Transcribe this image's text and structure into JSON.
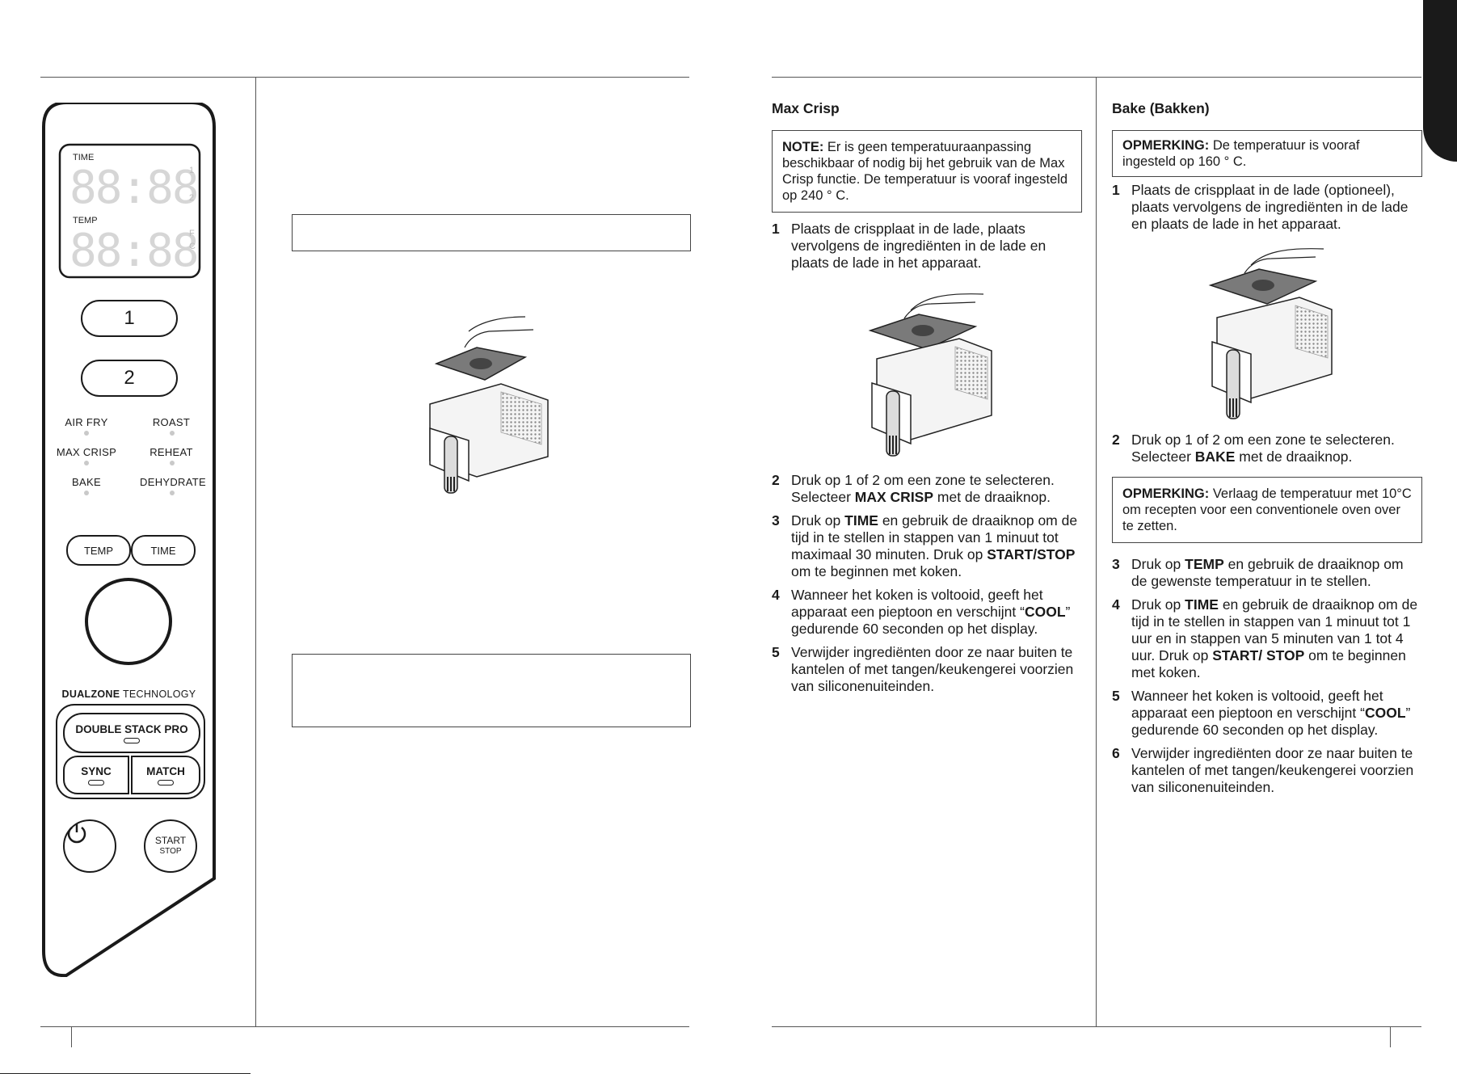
{
  "panel": {
    "time_label": "TIME",
    "temp_label": "TEMP",
    "display_digits": "88:88",
    "zone_1": "1",
    "zone_2": "2",
    "unit_f": "F",
    "unit_c": "C",
    "row_label_1": "1",
    "row_label_2": "2",
    "functions": [
      "AIR FRY",
      "ROAST",
      "MAX CRISP",
      "REHEAT",
      "BAKE",
      "DEHYDRATE"
    ],
    "temp_button": "TEMP",
    "time_button": "TIME",
    "dualzone_bold": "DUALZONE",
    "dualzone_rest": " TECHNOLOGY",
    "double_stack": "DOUBLE STACK PRO",
    "sync": "SYNC",
    "match": "MATCH",
    "start": "START",
    "stop": "STOP"
  },
  "max_crisp": {
    "title": "Max Crisp",
    "note_label": "NOTE:",
    "note_text": " Er is geen temperatuuraanpassing beschikbaar of nodig bij het gebruik van de Max Crisp functie. De temperatuur is vooraf ingesteld op 240 ° C.",
    "step1": "Plaats de crispplaat in de lade, plaats vervolgens de ingrediënten in de lade en plaats de lade in het apparaat.",
    "step2_a": "Druk op 1 of 2 om een zone te selecteren. Selecteer ",
    "step2_b": "MAX CRISP",
    "step2_c": " met de draaiknop.",
    "step3_a": "Druk op ",
    "step3_b": "TIME",
    "step3_c": " en gebruik de draaiknop om de tijd in te stellen in stappen van 1 minuut tot maximaal 30 minuten. Druk op ",
    "step3_d": "START/STOP",
    "step3_e": " om te beginnen met koken.",
    "step4_a": "Wanneer het koken is voltooid, geeft het apparaat een pieptoon en verschijnt “",
    "step4_b": "COOL",
    "step4_c": "” gedurende 60 seconden op het display.",
    "step5": "Verwijder ingrediënten door ze naar buiten te kantelen of met tangen/keukengerei voorzien van siliconenuiteinden."
  },
  "bake": {
    "title": "Bake (Bakken)",
    "note_label": "OPMERKING:",
    "note_text": " De temperatuur is vooraf ingesteld op 160 ° C.",
    "step1": "Plaats de crispplaat in de lade (optioneel), plaats vervolgens de ingrediënten in de lade en plaats de lade in het apparaat.",
    "step2_a": "Druk op 1 of 2 om een zone te selecteren. Selecteer ",
    "step2_b": "BAKE",
    "step2_c": " met de draaiknop.",
    "note2_label": "OPMERKING:",
    "note2_text": " Verlaag de temperatuur met 10°C om recepten voor een conventionele oven over te zetten.",
    "step3_a": "Druk op ",
    "step3_b": "TEMP",
    "step3_c": " en gebruik de draaiknop om de gewenste temperatuur in te stellen.",
    "step4_a": "Druk op ",
    "step4_b": "TIME",
    "step4_c": " en gebruik de draaiknop om de tijd in te stellen in stappen van 1 minuut tot 1 uur en in stappen van 5 minuten van 1 tot 4 uur. Druk op ",
    "step4_d": "START/ STOP",
    "step4_e": " om te beginnen met koken.",
    "step5_a": "Wanneer het koken is voltooid, geeft het apparaat een pieptoon en verschijnt “",
    "step5_b": "COOL",
    "step5_c": "” gedurende 60 seconden op het display.",
    "step6": "Verwijder ingrediënten door ze naar buiten te kantelen of met tangen/keukengerei voorzien van siliconenuiteinden."
  },
  "step_numbers": [
    "1",
    "2",
    "3",
    "4",
    "5",
    "6"
  ]
}
